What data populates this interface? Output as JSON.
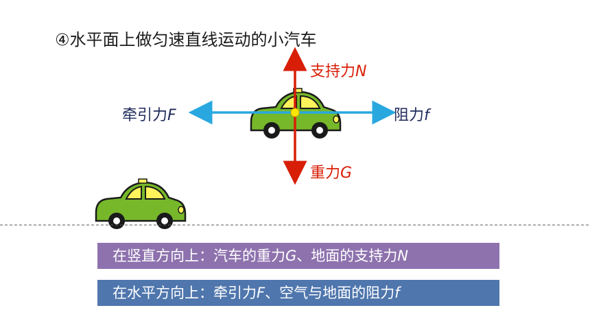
{
  "title": "④水平面上做匀速直线运动的小汽车",
  "forces": {
    "support": {
      "text": "支持力",
      "symbol": "N"
    },
    "gravity": {
      "text": "重力",
      "symbol": "G"
    },
    "traction": {
      "text": "牵引力",
      "symbol": "F"
    },
    "resistance": {
      "text": "阻力",
      "symbol": "f"
    }
  },
  "vertical_box": {
    "prefix": "在竖直方向上：汽车的重力",
    "g": "G",
    "middle": "、地面的支持力",
    "n": "N"
  },
  "horizontal_box": {
    "prefix": "在水平方向上：牵引力",
    "f1": "F",
    "middle": "、空气与地面的阻力",
    "f2": "f"
  },
  "colors": {
    "force_red": "#d81e06",
    "force_blue": "#29a8e0",
    "car_green": "#76b82a",
    "box_purple": "#8e72ae",
    "box_blue": "#4f76ad"
  }
}
